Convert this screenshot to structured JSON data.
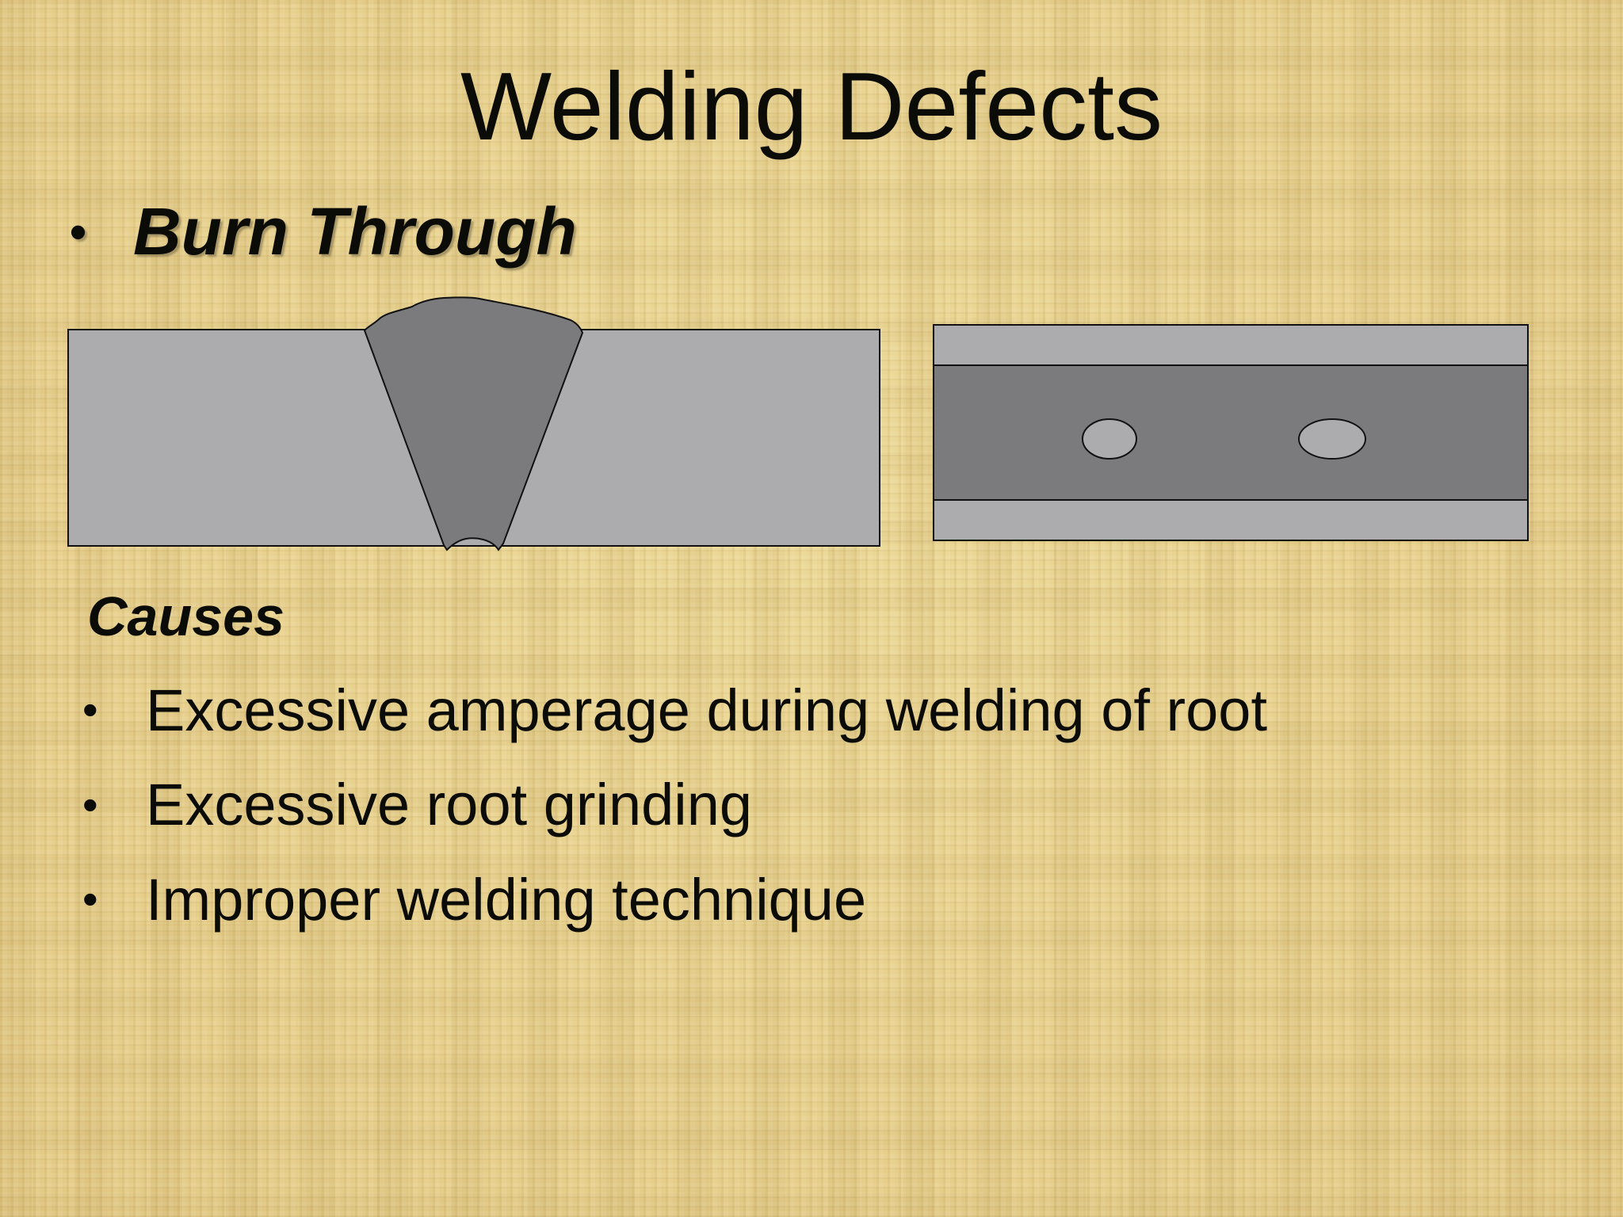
{
  "title": "Welding Defects",
  "heading": {
    "bullet": "•",
    "text": "Burn Through"
  },
  "causes": {
    "label": "Causes",
    "items": [
      {
        "bullet": "•",
        "text": "Excessive amperage during welding of root"
      },
      {
        "bullet": "•",
        "text": "Excessive root grinding"
      },
      {
        "bullet": "•",
        "text": "Improper welding technique"
      }
    ]
  },
  "colors": {
    "plate": "#acacaf",
    "weld": "#7b7b7d",
    "outline": "#111111"
  }
}
